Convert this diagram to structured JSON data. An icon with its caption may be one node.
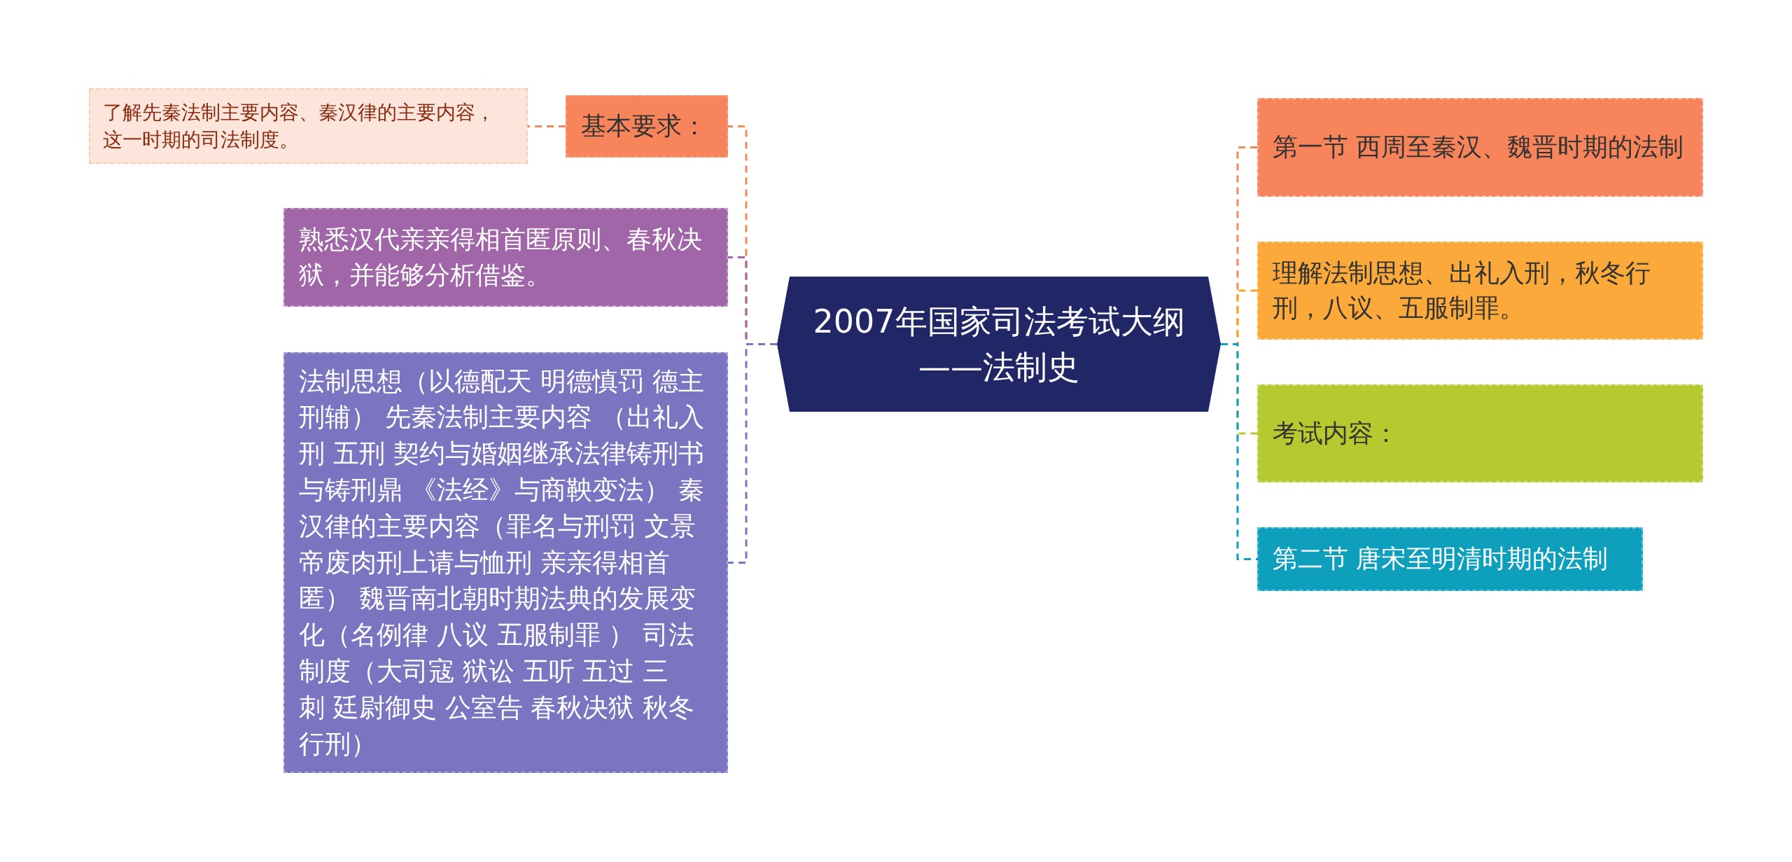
{
  "diagram": {
    "nodes": [
      {
        "text": [
          "2007年国家司法考试大纲——法制史"
        ]
      },
      {
        "text": [
          "基本要求："
        ]
      },
      {
        "text": [
          "了解先秦法制主要内容、秦汉律的主要内容，这一时期的司法制度。"
        ]
      },
      {
        "text": [
          "熟悉汉代亲亲得相首匿原则、春秋决狱，并能够分析借鉴。"
        ]
      },
      {
        "text": [
          "法制思想（以德配天 明德慎罚 德主刑辅） 先秦法制主要内容 （出礼入刑 五刑 契约与婚姻继承法律铸刑书与铸刑鼎 《法经》与商鞅变法） 秦汉律的主要内容（罪名与刑罚 文景帝废肉刑上请与恤刑 亲亲得相首匿） 魏晋南北朝时期法典的发展变化（名例律 八议 五服制罪 ） 司法制度（大司寇 狱讼 五听 五过 三刺 廷尉御史 公室告 春秋决狱 秋冬行刑）"
        ]
      },
      {
        "text": [
          "第一节 西周至秦汉、魏晋时期的法制"
        ]
      },
      {
        "text": [
          "理解法制思想、出礼入刑，秋冬行刑，八议、五服制罪。"
        ]
      },
      {
        "text": [
          "考试内容："
        ]
      },
      {
        "text": [
          "第二节 唐宋至明清时期的法制"
        ]
      }
    ],
    "edges": [
      {
        "from": 0,
        "to": 1,
        "arrow": "none",
        "color": "#f08a5d"
      },
      {
        "from": 1,
        "to": 2,
        "arrow": "none",
        "color": "#f08a5d"
      },
      {
        "from": 0,
        "to": 3,
        "arrow": "none",
        "color": "#a066a8"
      },
      {
        "from": 0,
        "to": 4,
        "arrow": "none",
        "color": "#7b74c0"
      },
      {
        "from": 0,
        "to": 5,
        "arrow": "none",
        "color": "#f08a5d"
      },
      {
        "from": 0,
        "to": 6,
        "arrow": "none",
        "color": "#f5a623"
      },
      {
        "from": 0,
        "to": 7,
        "arrow": "none",
        "color": "#b6c92e"
      },
      {
        "from": 0,
        "to": 8,
        "arrow": "none",
        "color": "#0e9fbc"
      }
    ]
  }
}
